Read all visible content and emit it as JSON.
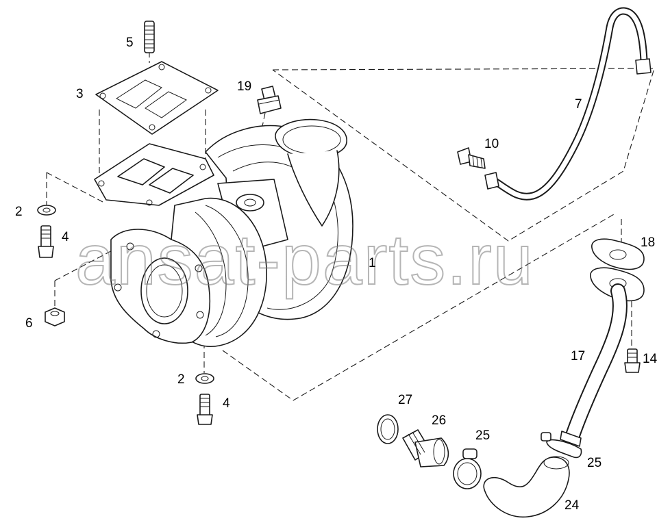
{
  "callouts": {
    "c1": "1",
    "c2a": "2",
    "c2b": "2",
    "c3": "3",
    "c4a": "4",
    "c4b": "4",
    "c5": "5",
    "c6": "6",
    "c7": "7",
    "c10": "10",
    "c14": "14",
    "c17": "17",
    "c18": "18",
    "c19": "19",
    "c24": "24",
    "c25a": "25",
    "c25b": "25",
    "c26": "26",
    "c27": "27"
  },
  "watermark": "ansat-parts.ru"
}
